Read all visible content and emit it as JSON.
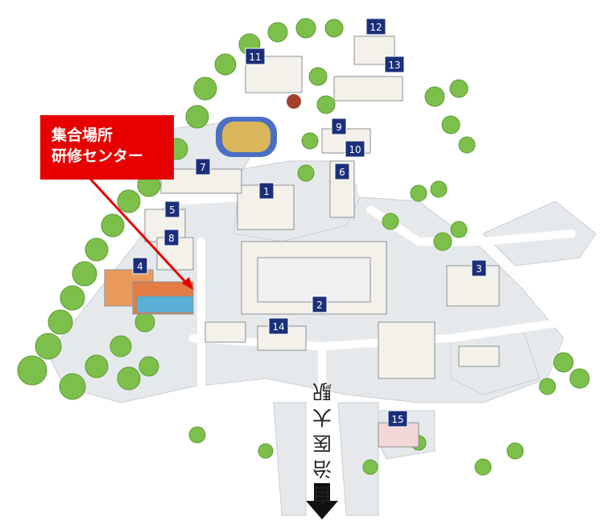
{
  "map": {
    "markers": [
      {
        "id": "marker-1",
        "label": "1"
      },
      {
        "id": "marker-2",
        "label": "2"
      },
      {
        "id": "marker-3",
        "label": "3"
      },
      {
        "id": "marker-4",
        "label": "4"
      },
      {
        "id": "marker-5",
        "label": "5"
      },
      {
        "id": "marker-6",
        "label": "6"
      },
      {
        "id": "marker-7",
        "label": "7"
      },
      {
        "id": "marker-8",
        "label": "8"
      },
      {
        "id": "marker-9",
        "label": "9"
      },
      {
        "id": "marker-10",
        "label": "10"
      },
      {
        "id": "marker-11",
        "label": "11"
      },
      {
        "id": "marker-12",
        "label": "12"
      },
      {
        "id": "marker-13",
        "label": "13"
      },
      {
        "id": "marker-14",
        "label": "14"
      },
      {
        "id": "marker-15",
        "label": "15"
      }
    ],
    "callout": {
      "line1": "集合場所",
      "line2": "研修センター"
    },
    "station": {
      "chars": [
        "自",
        "治",
        "医",
        "大",
        "駅"
      ]
    },
    "colors": {
      "marker_bg": "#1b2f7a",
      "callout_bg": "#e60000",
      "tree": "#7cc04b",
      "road": "#ffffff",
      "ground": "#e9ecef",
      "arrow": "#111111"
    }
  }
}
